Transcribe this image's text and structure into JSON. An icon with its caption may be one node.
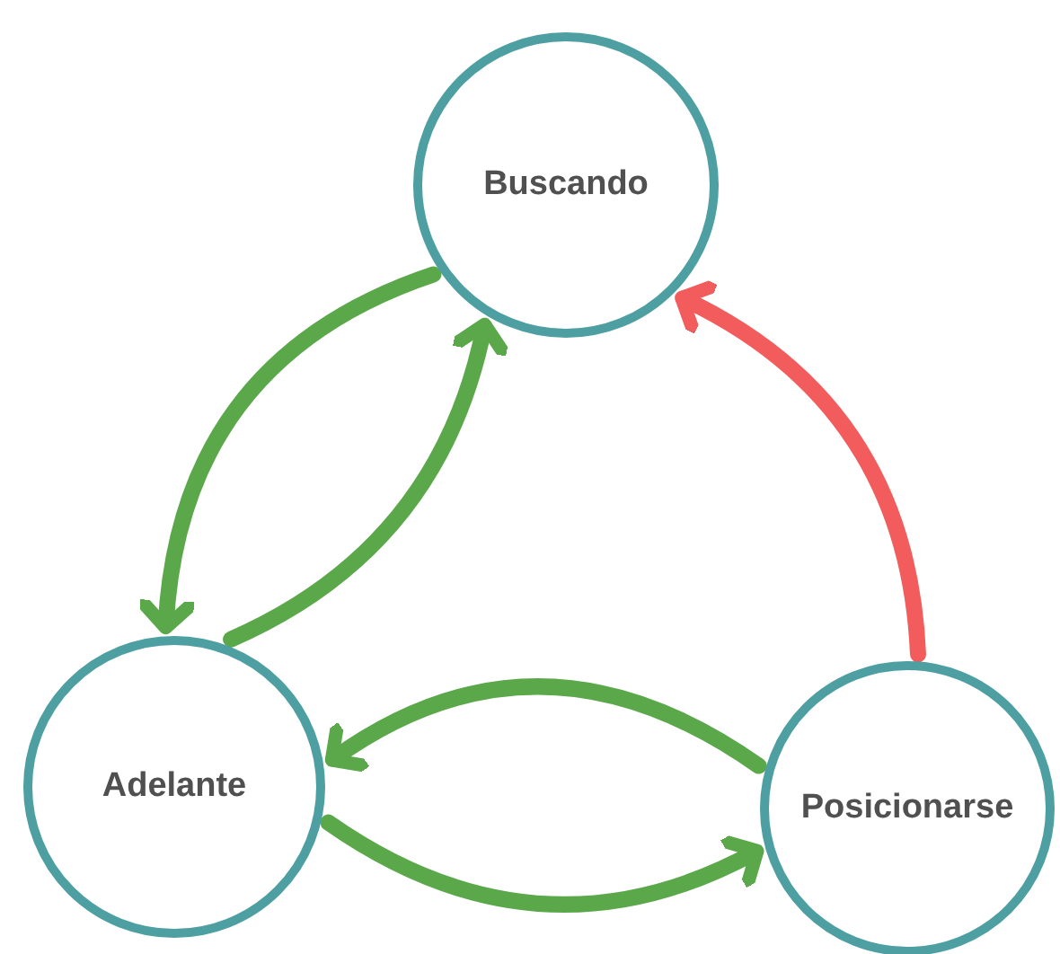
{
  "diagram": {
    "nodes": [
      {
        "text": [
          "Buscando"
        ]
      },
      {
        "text": [
          "Adelante"
        ]
      },
      {
        "text": [
          "Posicionarse"
        ]
      }
    ],
    "edges": [
      {
        "from": 0,
        "to": 1,
        "arrow": "to"
      },
      {
        "from": 1,
        "to": 0,
        "arrow": "to"
      },
      {
        "from": 2,
        "to": 0,
        "arrow": "to",
        "color": "#f25c5c"
      },
      {
        "from": 2,
        "to": 1,
        "arrow": "to"
      },
      {
        "from": 1,
        "to": 2,
        "arrow": "to"
      }
    ]
  }
}
